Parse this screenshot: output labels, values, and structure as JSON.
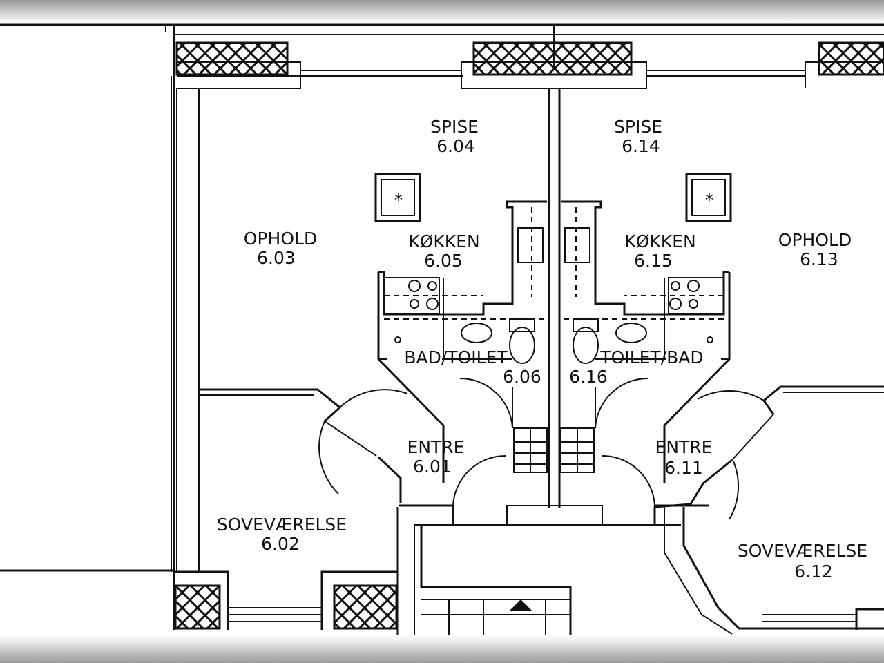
{
  "rooms": {
    "r601": {
      "name": "ENTRE",
      "number": "6.01"
    },
    "r602": {
      "name": "SOVEVÆRELSE",
      "number": "6.02"
    },
    "r603": {
      "name": "OPHOLD",
      "number": "6.03"
    },
    "r604": {
      "name": "SPISE",
      "number": "6.04"
    },
    "r605": {
      "name": "KØKKEN",
      "number": "6.05"
    },
    "r606": {
      "name": "BAD/TOILET",
      "number": "6.06"
    },
    "r611": {
      "name": "ENTRE",
      "number": "6.11"
    },
    "r612": {
      "name": "SOVEVÆRELSE",
      "number": "6.12"
    },
    "r613": {
      "name": "OPHOLD",
      "number": "6.13"
    },
    "r614": {
      "name": "SPISE",
      "number": "6.14"
    },
    "r615": {
      "name": "KØKKEN",
      "number": "6.15"
    },
    "r616": {
      "name": "TOILET/BAD",
      "number": "6.16"
    }
  },
  "symbols": {
    "vent_mark": "*",
    "stair_arrow": "arrow-up-icon"
  },
  "colors": {
    "line": "#111111",
    "background": "#ffffff",
    "blur_band": "#bdbdbd"
  }
}
